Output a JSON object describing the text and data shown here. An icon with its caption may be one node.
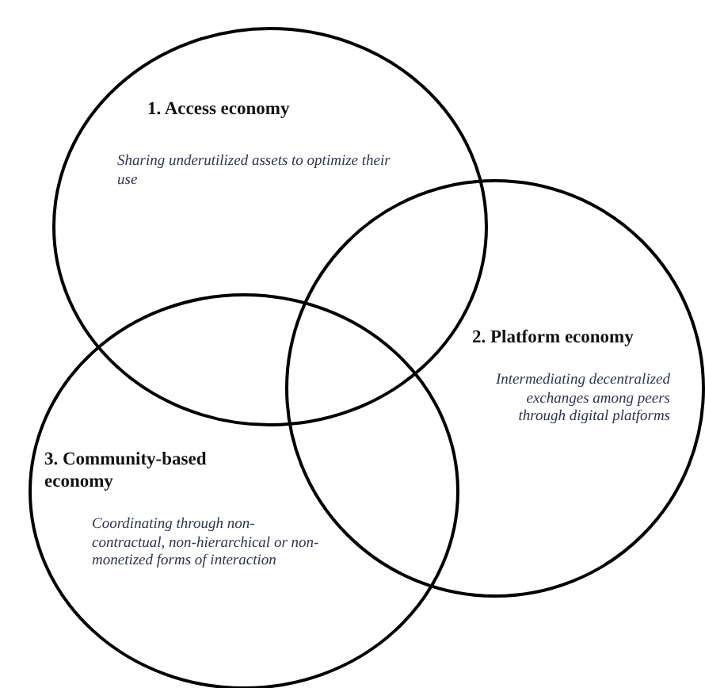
{
  "diagram": {
    "nodes": [
      {
        "text": [
          "1. Access economy",
          "Sharing underutilized assets to optimize their use"
        ]
      },
      {
        "text": [
          "2. Platform economy",
          "Intermediating decentralized exchanges among peers through digital platforms"
        ]
      },
      {
        "text": [
          "3. Community-based economy",
          "Coordinating through non-contractual, non-hierarchical or non-monetized forms of interaction"
        ]
      }
    ],
    "edges": []
  }
}
